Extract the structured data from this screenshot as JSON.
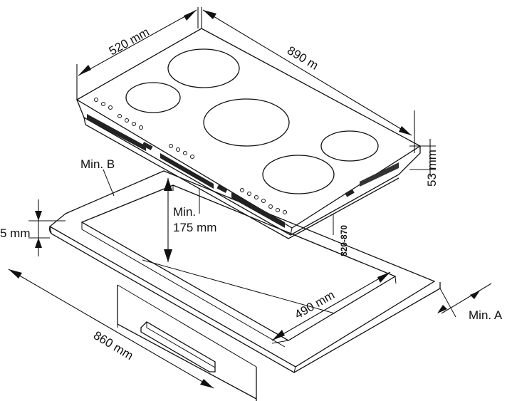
{
  "dimensions": {
    "width_top": "520 mm",
    "length_top": "890 m",
    "height_side": "53 mm",
    "min_b": "Min. B",
    "min_depth_line1": "Min.",
    "min_depth_line2": "175 mm",
    "edge_gap": "5 mm",
    "cutout_depth": "490 mm",
    "cutout_length": "860 mm",
    "min_a": "Min. A",
    "worktop_height": "820-870"
  }
}
